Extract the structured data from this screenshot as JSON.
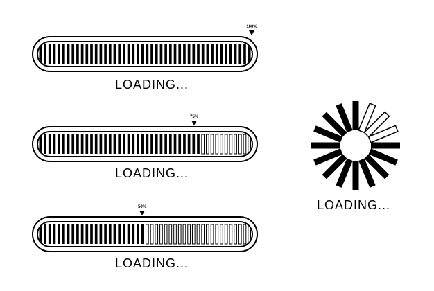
{
  "progress_bars": [
    {
      "percent_label": "100%",
      "progress": 1.0,
      "label": "LOADING..."
    },
    {
      "percent_label": "75%",
      "progress": 0.75,
      "label": "LOADING..."
    },
    {
      "percent_label": "50%",
      "progress": 0.5,
      "label": "LOADING..."
    }
  ],
  "spinner": {
    "label": "LOADING...",
    "segments": 16,
    "filled_segments": 13
  },
  "colors": {
    "ink": "#000000",
    "background": "#ffffff"
  }
}
